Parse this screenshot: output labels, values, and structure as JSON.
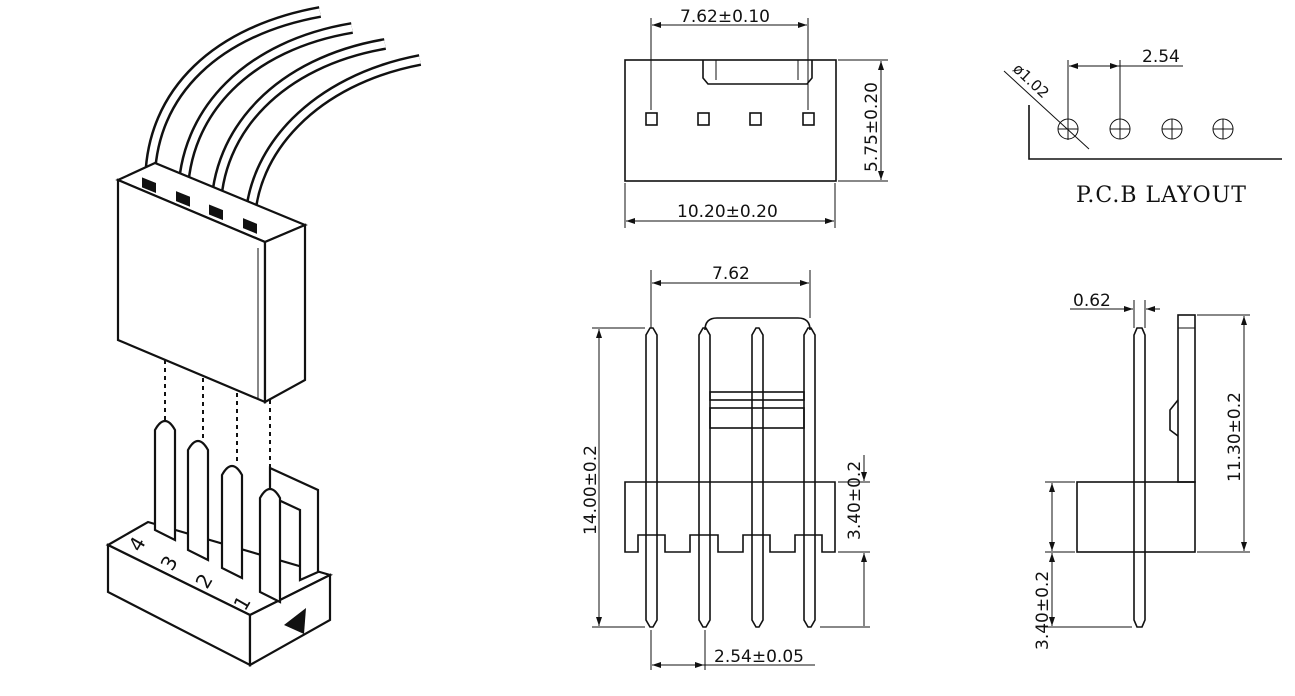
{
  "top_view": {
    "pitch_span": "7.62±0.10",
    "width": "10.20±0.20",
    "height": "5.75±0.20"
  },
  "pcb_layout": {
    "hole_diameter": "ø1.02",
    "pitch": "2.54",
    "title": "P.C.B LAYOUT"
  },
  "front_view": {
    "pin_span": "7.62",
    "total_length": "14.00±0.2",
    "body_height": "3.40±0.2",
    "pitch": "2.54±0.05"
  },
  "side_view": {
    "pin_width": "0.62",
    "total_height": "11.30±0.2",
    "tail_length": "3.40±0.2"
  },
  "illustration": {
    "pin_labels": [
      "4",
      "3",
      "2",
      "1"
    ]
  }
}
